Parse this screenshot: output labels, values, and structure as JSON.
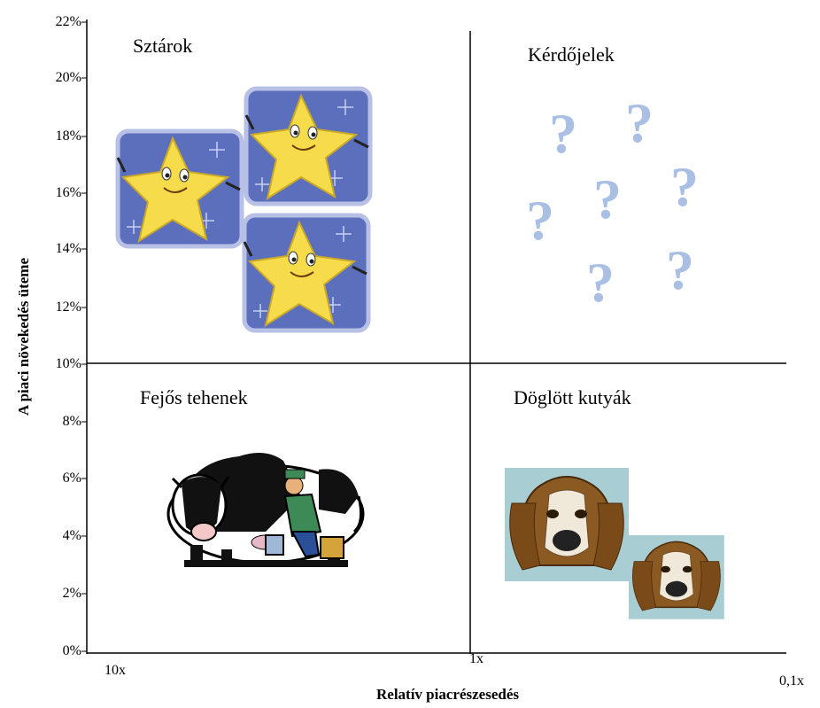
{
  "matrix": {
    "y_axis": {
      "title": "A piaci növekedés üteme",
      "ticks": [
        "22%",
        "20%",
        "18%",
        "16%",
        "14%",
        "12%",
        "10%",
        "8%",
        "6%",
        "4%",
        "2%",
        "0%"
      ]
    },
    "x_axis": {
      "title": "Relatív piacrészesedés",
      "ticks": [
        "10x",
        "1x",
        "0,1x"
      ]
    },
    "quadrants": {
      "stars": "Sztárok",
      "question_marks": "Kérdőjelek",
      "cash_cows": "Fejős tehenek",
      "dogs": "Döglött kutyák"
    }
  },
  "colors": {
    "star_tile": "#5b6fbd",
    "star_tile_border": "#b8c0e6",
    "star": "#f6dc4a",
    "question_mark": "#a9bfe3",
    "dog_bg": "#a8cdd2",
    "dog_fur": "#8a5a22"
  }
}
